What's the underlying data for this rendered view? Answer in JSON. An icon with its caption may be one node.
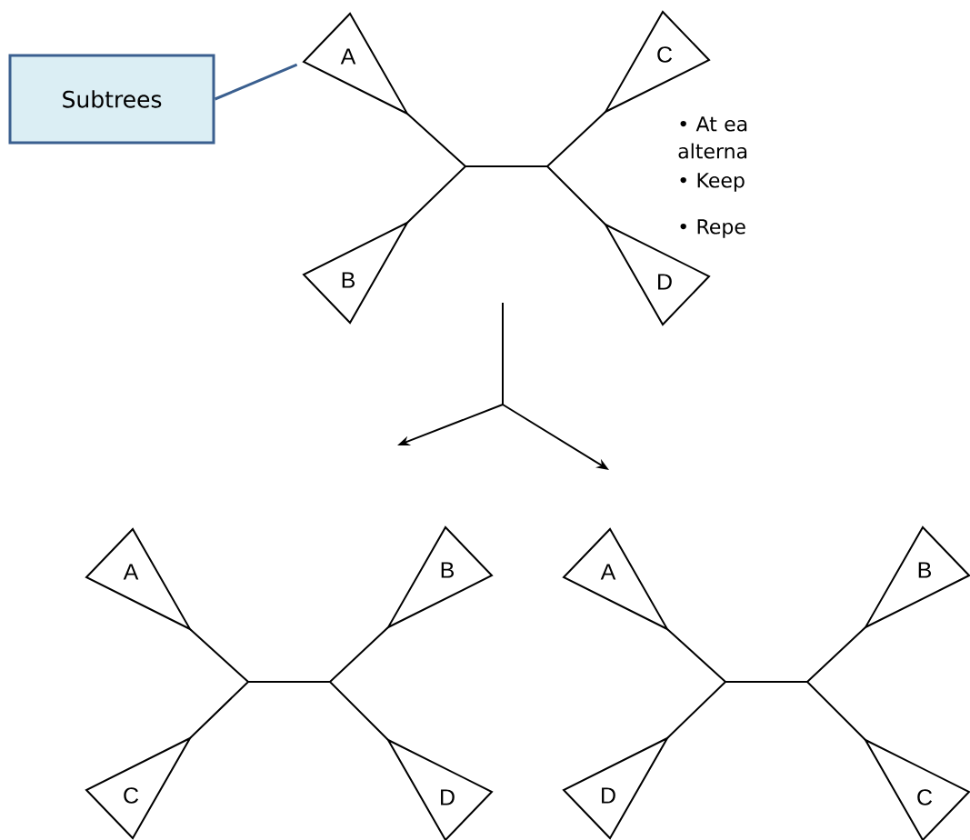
{
  "diagram": {
    "nodes": [
      {
        "text": [
          "Subtrees"
        ]
      },
      {
        "text": [
          "A"
        ]
      },
      {
        "text": [
          "C"
        ]
      },
      {
        "text": [
          "B"
        ]
      },
      {
        "text": [
          "D"
        ]
      },
      {
        "text": [
          "A"
        ]
      },
      {
        "text": [
          "B"
        ]
      },
      {
        "text": [
          "C"
        ]
      },
      {
        "text": [
          "D"
        ]
      },
      {
        "text": [
          "A"
        ]
      },
      {
        "text": [
          "B"
        ]
      },
      {
        "text": [
          "D"
        ]
      },
      {
        "text": [
          "C"
        ]
      }
    ],
    "edges": [
      {
        "from": 0,
        "to": 1,
        "arrow": "none",
        "color": "#3a5f8f"
      }
    ],
    "labels": [
      "• At ea alterna",
      "• Keep",
      "• Repe"
    ]
  }
}
